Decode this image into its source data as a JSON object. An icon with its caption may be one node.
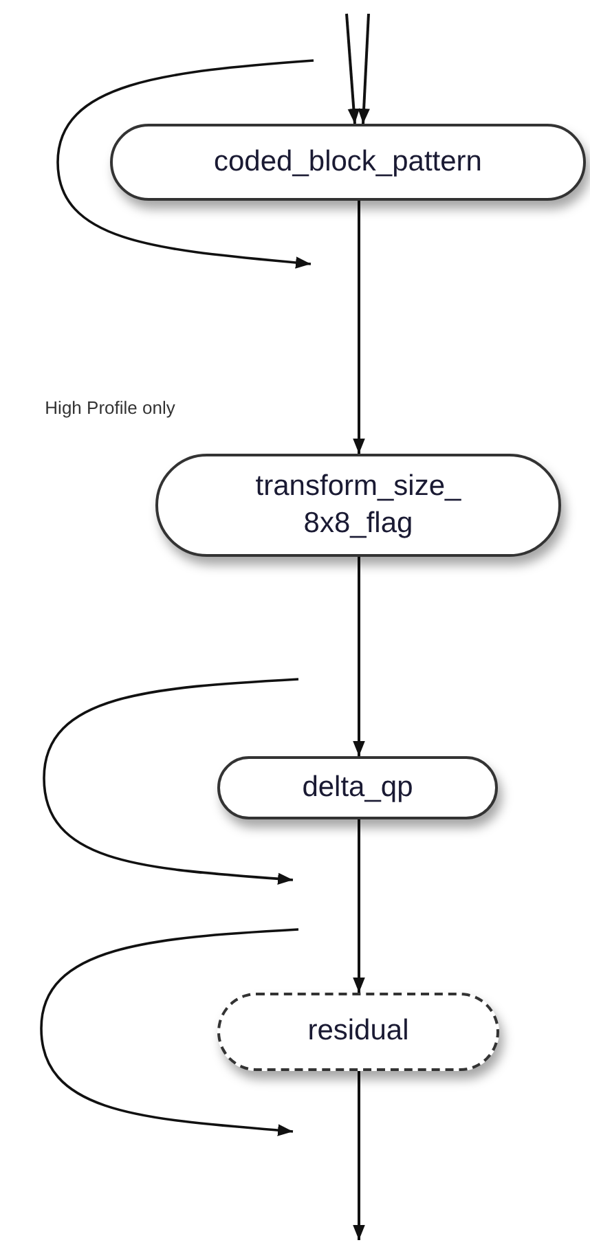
{
  "diagram": {
    "nodes": [
      {
        "text": [
          "coded_block_pattern"
        ]
      },
      {
        "text": [
          "transform_size_ 8x8_flag"
        ]
      },
      {
        "text": [
          "delta_qp"
        ]
      },
      {
        "text": [
          "residual"
        ]
      }
    ],
    "edges": [
      {
        "from": null,
        "to": 0,
        "arrow": "to"
      },
      {
        "from": null,
        "to": 0,
        "arrow": "to"
      },
      {
        "from": 0,
        "to": 1,
        "arrow": "to"
      },
      {
        "from": 1,
        "to": 2,
        "arrow": "to"
      },
      {
        "from": 2,
        "to": 3,
        "arrow": "to"
      },
      {
        "from": 3,
        "to": null,
        "arrow": "to"
      }
    ],
    "labels": [
      "High Profile only"
    ]
  }
}
